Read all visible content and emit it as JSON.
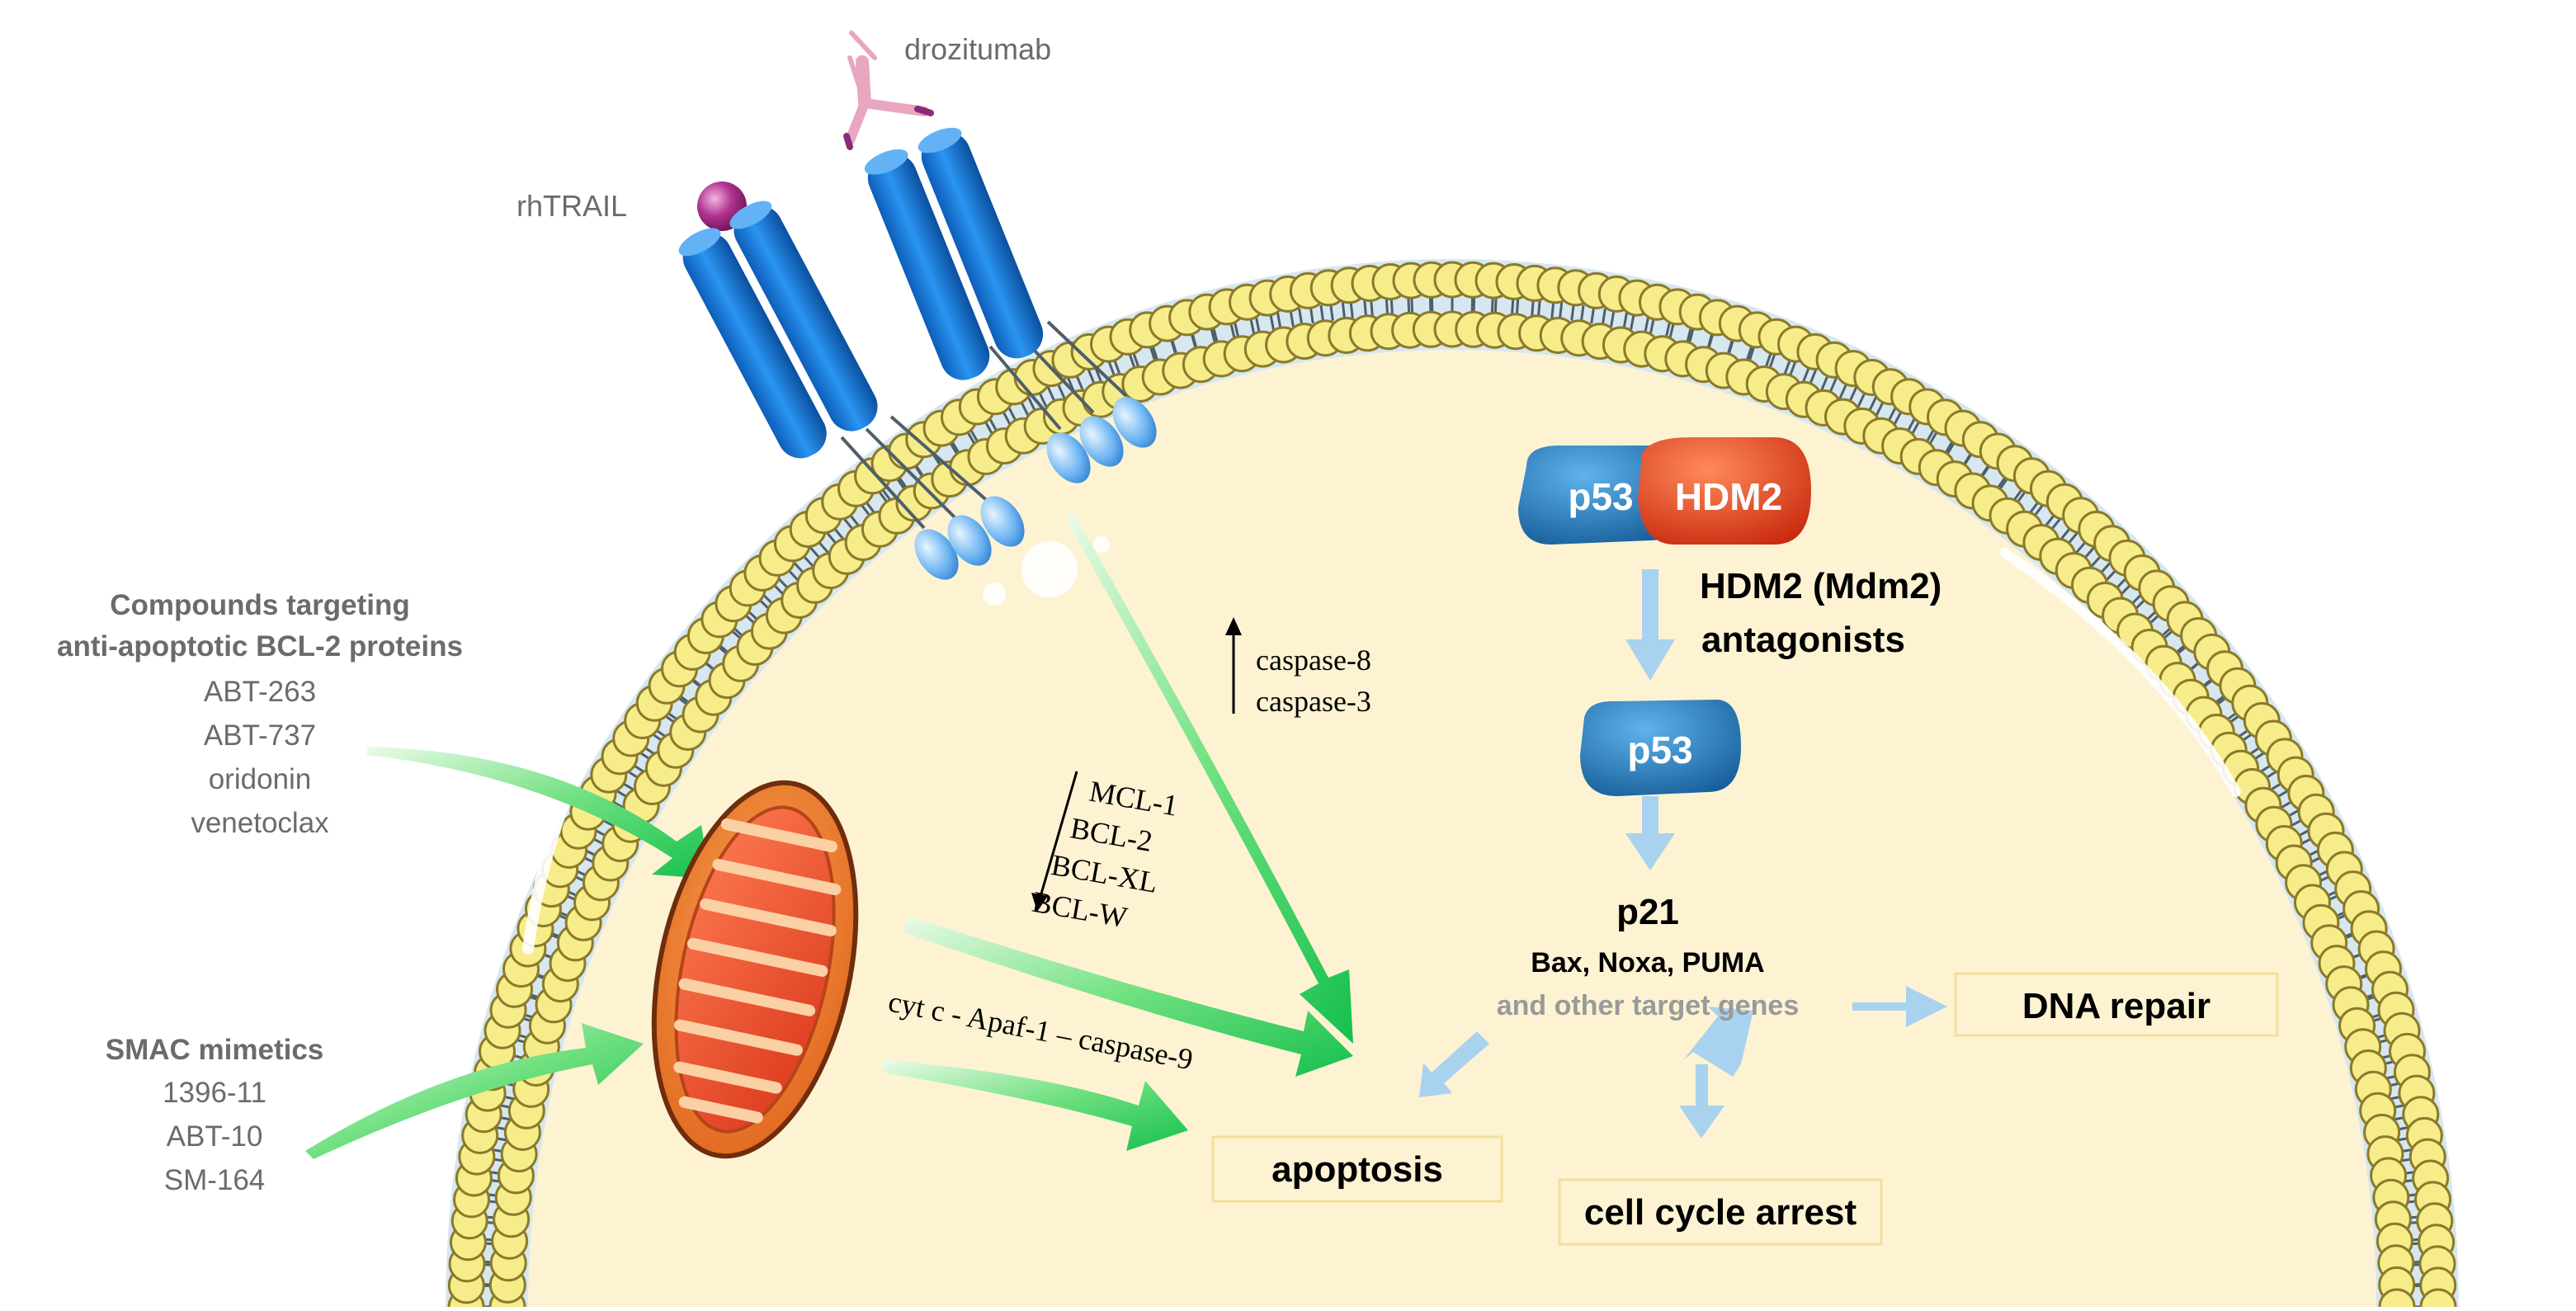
{
  "labels": {
    "drozitumab": "drozitumab",
    "rhtrail": "rhTRAIL",
    "bcl2_heading_1": "Compounds targeting",
    "bcl2_heading_2": "anti-apoptotic BCL-2 proteins",
    "bcl2_compounds": [
      "ABT-263",
      "ABT-737",
      "oridonin",
      "venetoclax"
    ],
    "smac_heading": "SMAC mimetics",
    "smac_compounds": [
      "1396-11",
      "ABT-10",
      "SM-164"
    ],
    "caspase_up": [
      "caspase-8",
      "caspase-3"
    ],
    "bcl_down": [
      "MCL-1",
      "BCL-2",
      "BCL-XL",
      "BCL-W"
    ],
    "cytc_path": "cyt c - Apaf-1 – caspase-9",
    "p53": "p53",
    "hdm2": "HDM2",
    "hdm2_antagonists_1": "HDM2 (Mdm2)",
    "hdm2_antagonists_2": "antagonists",
    "p21": "p21",
    "targets": "Bax, Noxa, PUMA",
    "other_targets": "and other target genes",
    "dna_repair": "DNA repair",
    "apoptosis": "apoptosis",
    "cell_cycle_arrest": "cell cycle arrest"
  },
  "colors": {
    "cytoplasm": "#fdf3d3",
    "lipid_head": "#f7ec8a",
    "lipid_edge": "#8a7a2a",
    "membrane_band": "#cfe1ec",
    "receptor_blue": "#1f86e8",
    "receptor_dark": "#0d5db8",
    "ligand_purple": "#b0338f",
    "antibody_pink": "#e8a6c0",
    "green_arrow": "#2fd96b",
    "light_blue_arrow": "#a9d2ef",
    "p53_blue": "#2a7fc0",
    "hdm2_red": "#f04a1e",
    "mito_orange": "#f07a2a",
    "box_border": "#f3df9c",
    "grey_text": "#6b6b6b"
  }
}
